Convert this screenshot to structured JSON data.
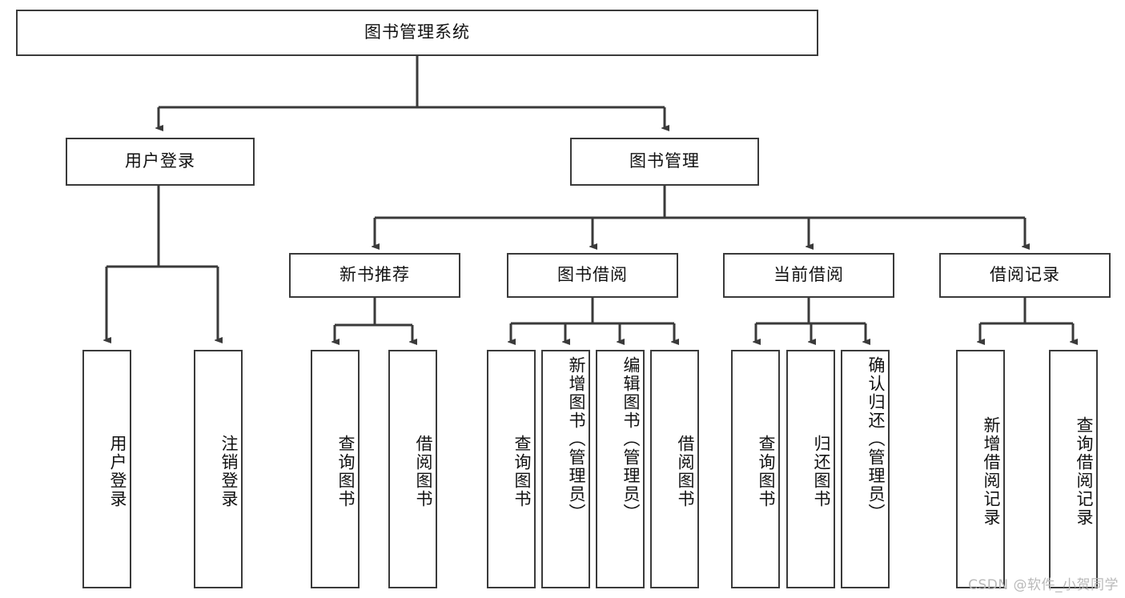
{
  "diagram": {
    "title": "图书管理系统",
    "root": {
      "label": "图书管理系统"
    },
    "level1": [
      {
        "label": "用户登录"
      },
      {
        "label": "图书管理"
      }
    ],
    "level2": [
      {
        "label": "新书推荐"
      },
      {
        "label": "图书借阅"
      },
      {
        "label": "当前借阅"
      },
      {
        "label": "借阅记录"
      }
    ],
    "leaves": {
      "user_login": [
        {
          "label": "用户登录"
        },
        {
          "label": "注销登录"
        }
      ],
      "new_book_recommend": [
        {
          "label": "查询图书"
        },
        {
          "label": "借阅图书"
        }
      ],
      "book_borrow": [
        {
          "label": "查询图书"
        },
        {
          "label": "新增图书（管理员）"
        },
        {
          "label": "编辑图书（管理员）"
        },
        {
          "label": "借阅图书"
        }
      ],
      "current_borrow": [
        {
          "label": "查询图书"
        },
        {
          "label": "归还图书"
        },
        {
          "label": "确认归还（管理员）"
        }
      ],
      "borrow_record": [
        {
          "label": "新增借阅记录"
        },
        {
          "label": "查询借阅记录"
        }
      ]
    }
  },
  "watermark": {
    "text": "CSDN @软件_小贺同学"
  },
  "colors": {
    "stroke": "#3a3a3a",
    "background": "#ffffff",
    "text": "#111111",
    "watermark": "#b9b9b9"
  }
}
